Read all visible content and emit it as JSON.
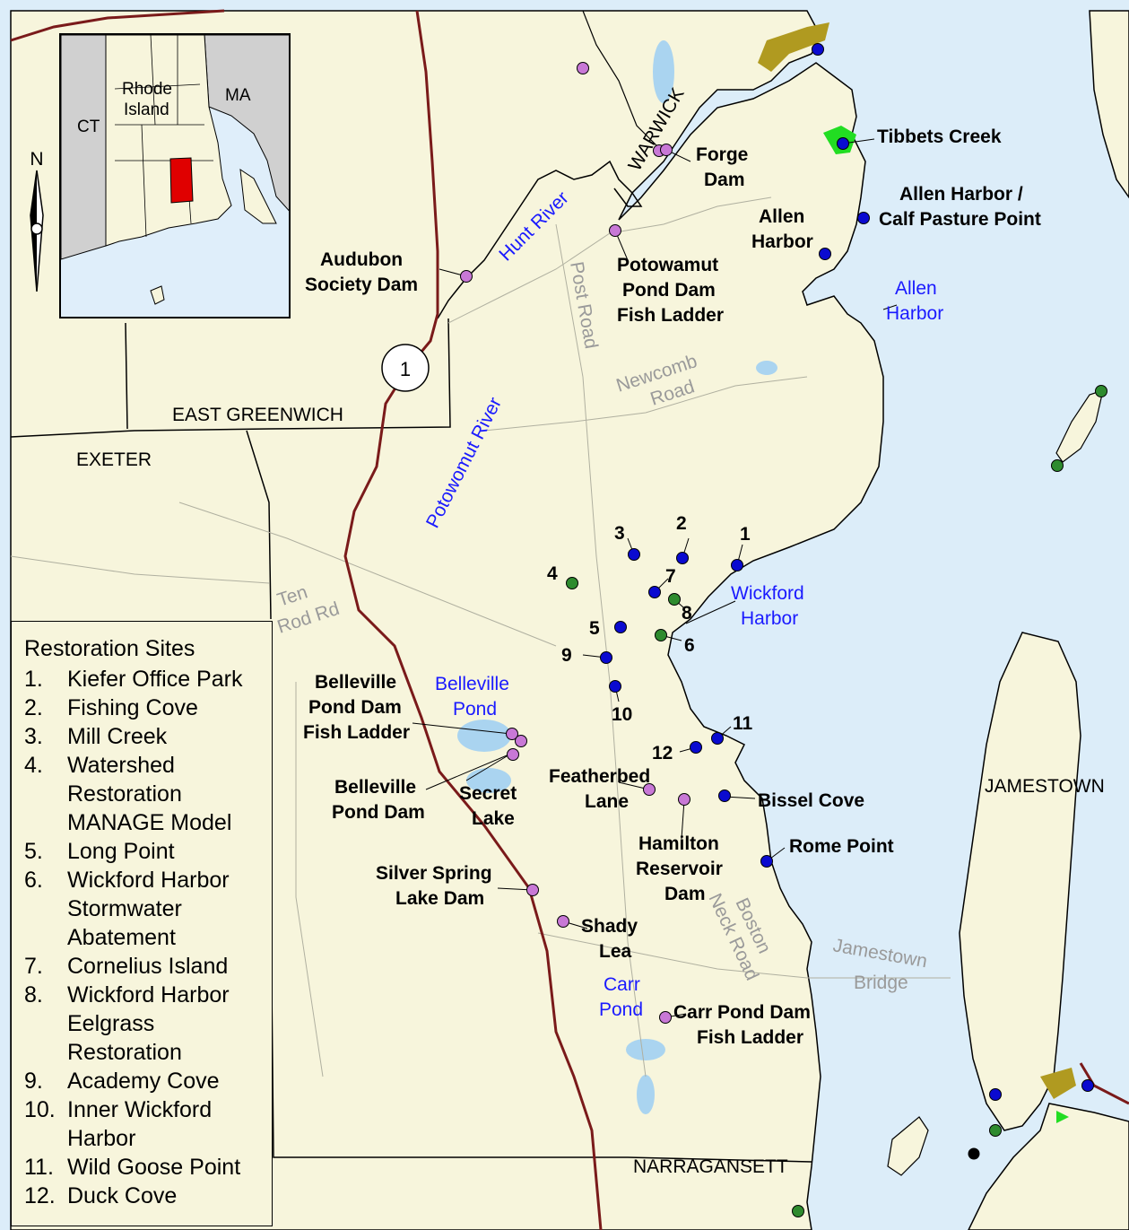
{
  "inset": {
    "ct": "CT",
    "ri_line1": "Rhode",
    "ri_line2": "Island",
    "ma": "MA",
    "north": "N"
  },
  "towns": {
    "warwick": "WARWICK",
    "east_greenwich": "EAST GREENWICH",
    "exeter": "EXETER",
    "jamestown": "JAMESTOWN",
    "narragansett": "NARRAGANSETT"
  },
  "route_shield": "1",
  "roads": {
    "post_road": "Post Road",
    "newcomb_1": "Newcomb",
    "newcomb_2": "Road",
    "ten_rod_1": "Ten",
    "ten_rod_2": "Rod Rd",
    "boston_neck_1": "Boston",
    "boston_neck_2": "Neck Road",
    "jamestown_bridge_1": "Jamestown",
    "jamestown_bridge_2": "Bridge"
  },
  "water": {
    "hunt_river": "Hunt River",
    "potowomut_river": "Potowomut River",
    "allen_harbor_1": "Allen",
    "allen_harbor_2": "Harbor",
    "wickford_harbor_1": "Wickford",
    "wickford_harbor_2": "Harbor",
    "belleville_pond_1": "Belleville",
    "belleville_pond_2": "Pond",
    "carr_pond_1": "Carr",
    "carr_pond_2": "Pond"
  },
  "sites": {
    "forge_dam_1": "Forge",
    "forge_dam_2": "Dam",
    "tibbets_creek": "Tibbets Creek",
    "allen_calf_1": "Allen Harbor /",
    "allen_calf_2": "Calf Pasture Point",
    "allen_harbor_1": "Allen",
    "allen_harbor_2": "Harbor",
    "audubon_1": "Audubon",
    "audubon_2": "Society Dam",
    "potowamut_1": "Potowamut",
    "potowamut_2": "Pond Dam",
    "potowamut_3": "Fish Ladder",
    "belleville_ladder_1": "Belleville",
    "belleville_ladder_2": "Pond Dam",
    "belleville_ladder_3": "Fish Ladder",
    "belleville_dam_1": "Belleville",
    "belleville_dam_2": "Pond Dam",
    "secret_lake_1": "Secret",
    "secret_lake_2": "Lake",
    "featherbed_1": "Featherbed",
    "featherbed_2": "Lane",
    "bissel_cove": "Bissel Cove",
    "hamilton_1": "Hamilton",
    "hamilton_2": "Reservoir",
    "hamilton_3": "Dam",
    "rome_point": "Rome Point",
    "silver_spring_1": "Silver Spring",
    "silver_spring_2": "Lake Dam",
    "shady_lea_1": "Shady",
    "shady_lea_2": "Lea",
    "carr_ladder_1": "Carr Pond Dam",
    "carr_ladder_2": "Fish Ladder"
  },
  "site_numbers": [
    "1",
    "2",
    "3",
    "4",
    "5",
    "6",
    "7",
    "8",
    "9",
    "10",
    "11",
    "12"
  ],
  "legend": {
    "title": "Restoration Sites",
    "items": [
      {
        "n": "1.",
        "lines": [
          "Kiefer Office Park"
        ]
      },
      {
        "n": "2.",
        "lines": [
          "Fishing Cove"
        ]
      },
      {
        "n": "3.",
        "lines": [
          "Mill Creek"
        ]
      },
      {
        "n": "4.",
        "lines": [
          "Watershed",
          "Restoration",
          "MANAGE Model"
        ]
      },
      {
        "n": "5.",
        "lines": [
          "Long Point"
        ]
      },
      {
        "n": "6.",
        "lines": [
          "Wickford Harbor",
          "Stormwater",
          "Abatement"
        ]
      },
      {
        "n": "7.",
        "lines": [
          "Cornelius Island"
        ]
      },
      {
        "n": "8.",
        "lines": [
          "Wickford Harbor",
          "Eelgrass",
          "Restoration"
        ]
      },
      {
        "n": "9.",
        "lines": [
          "Academy Cove"
        ]
      },
      {
        "n": "10.",
        "lines": [
          "Inner Wickford",
          "Harbor"
        ]
      },
      {
        "n": "11.",
        "lines": [
          "Wild Goose Point"
        ]
      },
      {
        "n": "12.",
        "lines": [
          "Duck Cove"
        ]
      }
    ]
  },
  "colors": {
    "land": "#f7f5dc",
    "water": "#dcedf9",
    "highway": "#7a1a1a",
    "dam_marker": "#c878d6",
    "coastal_marker": "#0a0ad0",
    "eelgrass_marker": "#2e8b2e",
    "marsh": "#b09a20",
    "tibbets_green": "#22dd22"
  }
}
